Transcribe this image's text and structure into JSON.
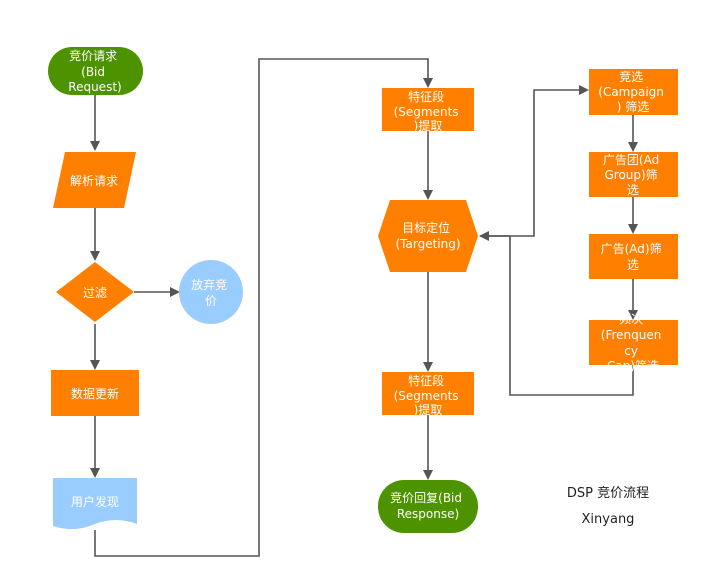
{
  "diagram": {
    "nodes": {
      "bid_request": {
        "lines": [
          "竞价请求",
          "(Bid",
          "Request)"
        ],
        "color": "#4d9300"
      },
      "parse_request": {
        "lines": [
          "解析请求"
        ],
        "color": "#ff8000"
      },
      "filter": {
        "lines": [
          "过滤"
        ],
        "color": "#ff8000"
      },
      "discard": {
        "lines": [
          "放弃竞",
          "价"
        ],
        "color": "#99ccff"
      },
      "data_update": {
        "lines": [
          "数据更新"
        ],
        "color": "#ff8000"
      },
      "user_discovery": {
        "lines": [
          "用户发现"
        ],
        "color": "#99ccff"
      },
      "segments_extract_1": {
        "lines": [
          "特征段",
          "(Segments",
          ")提取"
        ],
        "color": "#ff8000"
      },
      "targeting": {
        "lines": [
          "目标定位",
          "(Targeting)"
        ],
        "color": "#ff8000"
      },
      "segments_extract_2": {
        "lines": [
          "特征段",
          "(Segments",
          ")提取"
        ],
        "color": "#ff8000"
      },
      "bid_response": {
        "lines": [
          "竞价回复(Bid",
          "Response)"
        ],
        "color": "#4d9300"
      },
      "campaign_filter": {
        "lines": [
          "竞选",
          "(Campaign",
          ") 筛选"
        ],
        "color": "#ff8000"
      },
      "adgroup_filter": {
        "lines": [
          "广告团(Ad",
          "Group)筛",
          "选"
        ],
        "color": "#ff8000"
      },
      "ad_filter": {
        "lines": [
          "广告(Ad)筛",
          "选"
        ],
        "color": "#ff8000"
      },
      "frequency_filter": {
        "lines": [
          "频次",
          "(Frenquen",
          "cy",
          "Cap)筛选"
        ],
        "color": "#ff8000"
      }
    },
    "caption": {
      "title": "DSP 竞价流程",
      "author": "Xinyang"
    },
    "edge_color": "#555555"
  }
}
